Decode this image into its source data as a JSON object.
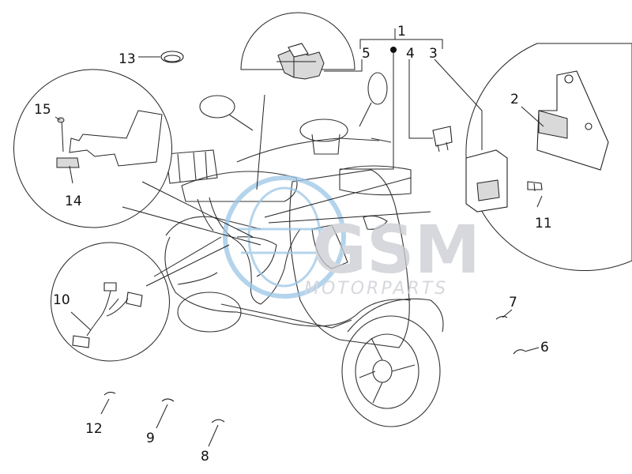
{
  "watermark": {
    "brand": "GSM",
    "sub": "MOTORPARTS"
  },
  "callouts": [
    "1",
    "2",
    "3",
    "4",
    "5",
    "6",
    "7",
    "8",
    "9",
    "10",
    "11",
    "12",
    "13",
    "14",
    "15"
  ],
  "colors": {
    "line": "#222222",
    "watermark": "#c9ccd2",
    "watermark_globe": "#9cc6e6"
  }
}
